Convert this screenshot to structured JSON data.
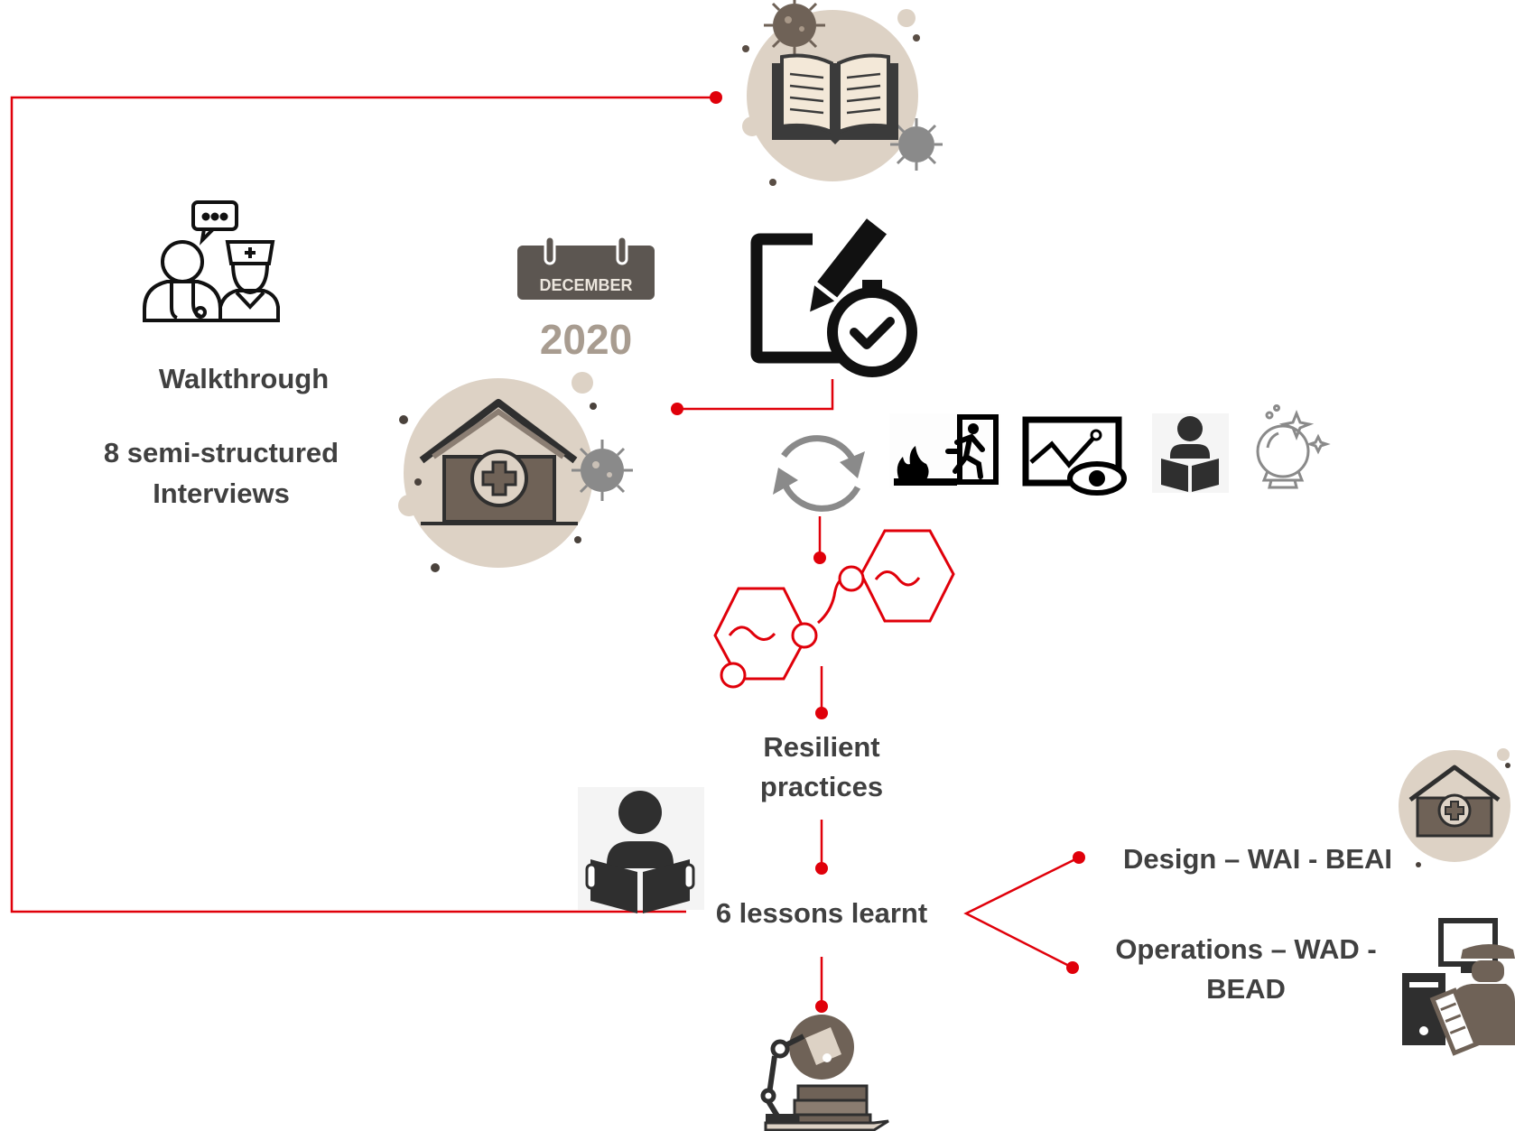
{
  "colors": {
    "accent": "#e0000a",
    "beige": "#ddd2c5",
    "brown": "#6f6257",
    "dark": "#3b3b3b",
    "text": "#404040"
  },
  "calendar": {
    "month": "DECEMBER",
    "year": "2020"
  },
  "labels": {
    "walkthrough": "Walkthrough",
    "interviews_line1": "8 semi-structured",
    "interviews_line2": "Interviews",
    "resilient_line1": "Resilient",
    "resilient_line2": "practices",
    "lessons": "6 lessons learnt",
    "design": "Design – WAI - BEAI",
    "operations_line1": "Operations – WAD -",
    "operations_line2": "BEAD"
  },
  "icons": [
    "book-virus-icon",
    "doctor-nurse-chat-icon",
    "calendar-icon",
    "edit-check-icon",
    "hospital-virus-icon",
    "cycle-arrows-icon",
    "fire-exit-icon",
    "monitor-eye-icon",
    "reader-icon",
    "crystal-ball-icon",
    "hexagon-network-icon",
    "reader-large-icon",
    "hospital-small-icon",
    "engineer-computer-icon",
    "desk-lamp-books-icon"
  ]
}
